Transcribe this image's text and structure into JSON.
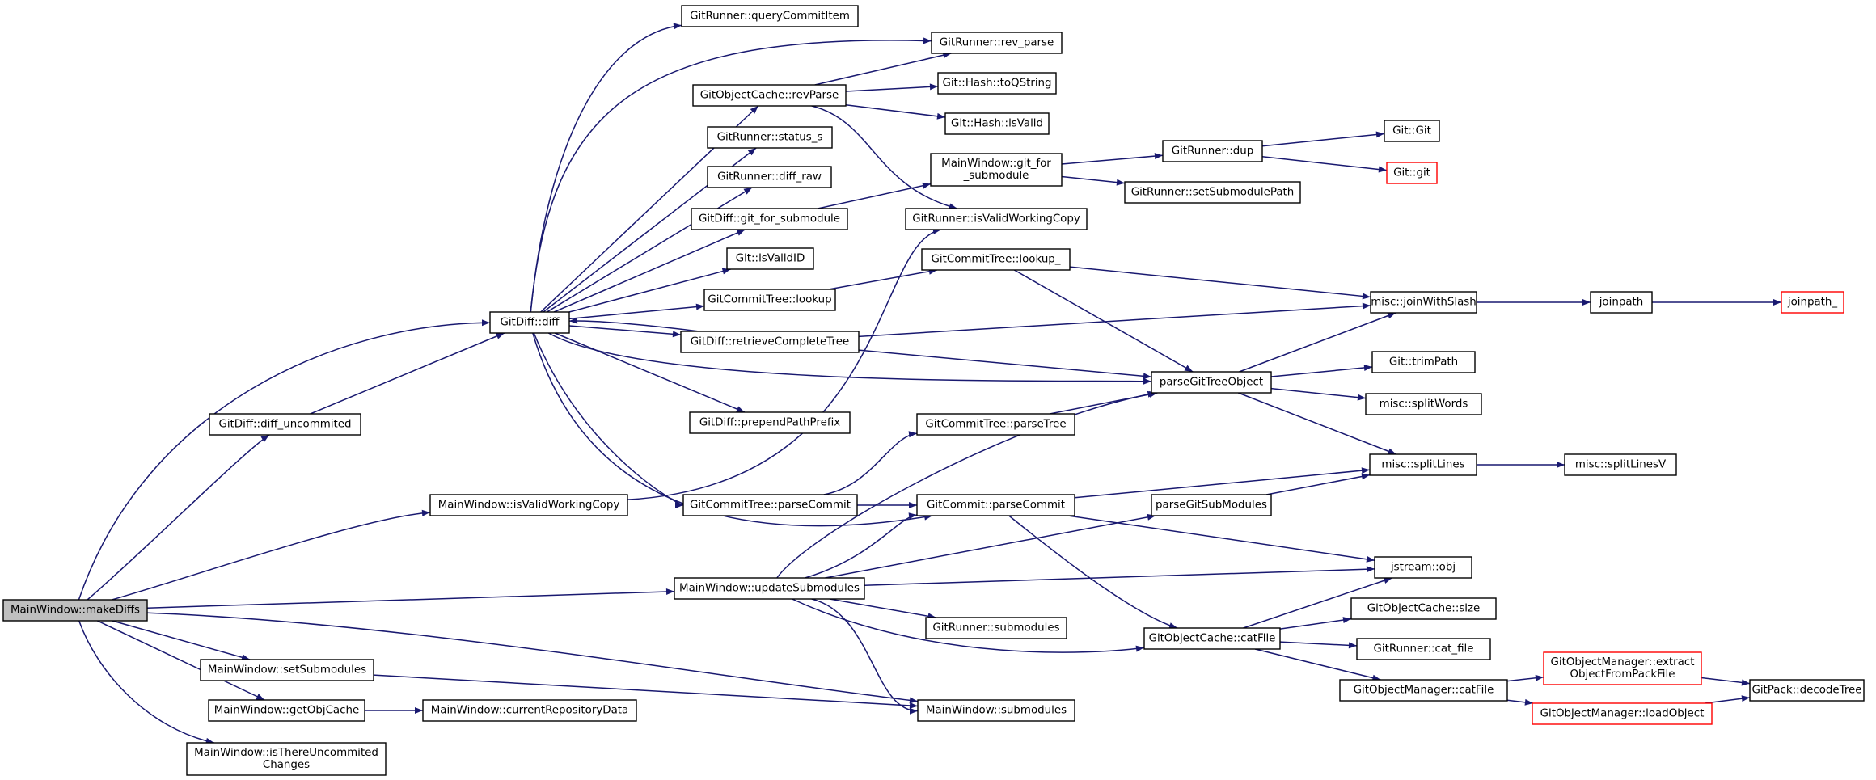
{
  "colors": {
    "edge": "#191970",
    "root_fill": "#bfbfbf",
    "truncated_border": "#ff0000",
    "node_border": "#000000"
  },
  "nodes": {
    "makeDiffs": {
      "lines": [
        "MainWindow::makeDiffs"
      ],
      "style": "root"
    },
    "diff": {
      "lines": [
        "GitDiff::diff"
      ]
    },
    "diffUncommited": {
      "lines": [
        "GitDiff::diff_uncommited"
      ]
    },
    "mwIsValidWorkingCopy": {
      "lines": [
        "MainWindow::isValidWorkingCopy"
      ]
    },
    "updateSubmodules": {
      "lines": [
        "MainWindow::updateSubmodules"
      ]
    },
    "setSubmodules": {
      "lines": [
        "MainWindow::setSubmodules"
      ]
    },
    "getObjCache": {
      "lines": [
        "MainWindow::getObjCache"
      ]
    },
    "isThereUncommited": {
      "lines": [
        "MainWindow::isThereUncommited",
        "Changes"
      ]
    },
    "currentRepositoryData": {
      "lines": [
        "MainWindow::currentRepositoryData"
      ]
    },
    "submodules": {
      "lines": [
        "MainWindow::submodules"
      ]
    },
    "queryCommitItem": {
      "lines": [
        "GitRunner::queryCommitItem"
      ]
    },
    "revParse": {
      "lines": [
        "GitObjectCache::revParse"
      ]
    },
    "statusS": {
      "lines": [
        "GitRunner::status_s"
      ]
    },
    "diffRaw": {
      "lines": [
        "GitRunner::diff_raw"
      ]
    },
    "gitForSubmodule": {
      "lines": [
        "GitDiff::git_for_submodule"
      ]
    },
    "isValidID": {
      "lines": [
        "Git::isValidID"
      ]
    },
    "ctLookup": {
      "lines": [
        "GitCommitTree::lookup"
      ]
    },
    "retrieveCompleteTree": {
      "lines": [
        "GitDiff::retrieveCompleteTree"
      ]
    },
    "prependPathPrefix": {
      "lines": [
        "GitDiff::prependPathPrefix"
      ]
    },
    "ctParseCommit": {
      "lines": [
        "GitCommitTree::parseCommit"
      ]
    },
    "runnerRevParse": {
      "lines": [
        "GitRunner::rev_parse"
      ]
    },
    "hashToQString": {
      "lines": [
        "Git::Hash::toQString"
      ]
    },
    "hashIsValid": {
      "lines": [
        "Git::Hash::isValid"
      ]
    },
    "mwGitForSubmodule": {
      "lines": [
        "MainWindow::git_for",
        "_submodule"
      ]
    },
    "runnerIsValidWorkingCopy": {
      "lines": [
        "GitRunner::isValidWorkingCopy"
      ]
    },
    "ctLookupU": {
      "lines": [
        "GitCommitTree::lookup_"
      ]
    },
    "parseGitTreeObject": {
      "lines": [
        "parseGitTreeObject"
      ]
    },
    "ctParseTree": {
      "lines": [
        "GitCommitTree::parseTree"
      ]
    },
    "commitParseCommit": {
      "lines": [
        "GitCommit::parseCommit"
      ]
    },
    "runnerSubmodules": {
      "lines": [
        "GitRunner::submodules"
      ]
    },
    "cacheCatFile": {
      "lines": [
        "GitObjectCache::catFile"
      ]
    },
    "parseGitSubModules": {
      "lines": [
        "parseGitSubModules"
      ]
    },
    "runnerDup": {
      "lines": [
        "GitRunner::dup"
      ]
    },
    "setSubmodulePath": {
      "lines": [
        "GitRunner::setSubmodulePath"
      ]
    },
    "gitGit": {
      "lines": [
        "Git::Git"
      ]
    },
    "gitLower": {
      "lines": [
        "Git::git"
      ],
      "style": "truncated"
    },
    "joinWithSlash": {
      "lines": [
        "misc::joinWithSlash"
      ]
    },
    "joinpath": {
      "lines": [
        "joinpath"
      ]
    },
    "joinpathU": {
      "lines": [
        "joinpath_"
      ],
      "style": "truncated"
    },
    "trimPath": {
      "lines": [
        "Git::trimPath"
      ]
    },
    "splitWords": {
      "lines": [
        "misc::splitWords"
      ]
    },
    "splitLines": {
      "lines": [
        "misc::splitLines"
      ]
    },
    "splitLinesV": {
      "lines": [
        "misc::splitLinesV"
      ]
    },
    "jstreamObj": {
      "lines": [
        "jstream::obj"
      ]
    },
    "cacheSize": {
      "lines": [
        "GitObjectCache::size"
      ]
    },
    "runnerCatFile": {
      "lines": [
        "GitRunner::cat_file"
      ]
    },
    "omCatFile": {
      "lines": [
        "GitObjectManager::catFile"
      ]
    },
    "extractObject": {
      "lines": [
        "GitObjectManager::extract",
        "ObjectFromPackFile"
      ],
      "style": "truncated"
    },
    "loadObject": {
      "lines": [
        "GitObjectManager::loadObject"
      ],
      "style": "truncated"
    },
    "decodeTree": {
      "lines": [
        "GitPack::decodeTree"
      ]
    }
  },
  "edges": [
    [
      "makeDiffs",
      "diff"
    ],
    [
      "makeDiffs",
      "diffUncommited"
    ],
    [
      "makeDiffs",
      "mwIsValidWorkingCopy"
    ],
    [
      "makeDiffs",
      "updateSubmodules"
    ],
    [
      "makeDiffs",
      "setSubmodules"
    ],
    [
      "makeDiffs",
      "getObjCache"
    ],
    [
      "makeDiffs",
      "isThereUncommited"
    ],
    [
      "makeDiffs",
      "submodules"
    ],
    [
      "diffUncommited",
      "diff"
    ],
    [
      "diff",
      "queryCommitItem"
    ],
    [
      "diff",
      "runnerRevParse"
    ],
    [
      "diff",
      "revParse"
    ],
    [
      "diff",
      "statusS"
    ],
    [
      "diff",
      "diffRaw"
    ],
    [
      "diff",
      "gitForSubmodule"
    ],
    [
      "diff",
      "isValidID"
    ],
    [
      "diff",
      "ctLookup"
    ],
    [
      "diff",
      "retrieveCompleteTree"
    ],
    [
      "diff",
      "parseGitTreeObject"
    ],
    [
      "diff",
      "prependPathPrefix"
    ],
    [
      "diff",
      "ctParseCommit"
    ],
    [
      "diff",
      "commitParseCommit"
    ],
    [
      "retrieveCompleteTree",
      "diff"
    ],
    [
      "retrieveCompleteTree",
      "joinWithSlash"
    ],
    [
      "retrieveCompleteTree",
      "parseGitTreeObject"
    ],
    [
      "revParse",
      "runnerRevParse"
    ],
    [
      "revParse",
      "hashToQString"
    ],
    [
      "revParse",
      "hashIsValid"
    ],
    [
      "revParse",
      "runnerIsValidWorkingCopy"
    ],
    [
      "gitForSubmodule",
      "mwGitForSubmodule"
    ],
    [
      "mwGitForSubmodule",
      "runnerDup"
    ],
    [
      "mwGitForSubmodule",
      "setSubmodulePath"
    ],
    [
      "runnerDup",
      "gitGit"
    ],
    [
      "runnerDup",
      "gitLower"
    ],
    [
      "ctLookup",
      "ctLookupU"
    ],
    [
      "ctLookupU",
      "joinWithSlash"
    ],
    [
      "ctLookupU",
      "parseGitTreeObject"
    ],
    [
      "mwIsValidWorkingCopy",
      "runnerIsValidWorkingCopy"
    ],
    [
      "ctParseCommit",
      "ctParseTree"
    ],
    [
      "ctParseCommit",
      "commitParseCommit"
    ],
    [
      "ctParseTree",
      "parseGitTreeObject"
    ],
    [
      "updateSubmodules",
      "parseGitTreeObject"
    ],
    [
      "updateSubmodules",
      "commitParseCommit"
    ],
    [
      "updateSubmodules",
      "parseGitSubModules"
    ],
    [
      "updateSubmodules",
      "jstreamObj"
    ],
    [
      "updateSubmodules",
      "runnerSubmodules"
    ],
    [
      "updateSubmodules",
      "cacheCatFile"
    ],
    [
      "updateSubmodules",
      "submodules"
    ],
    [
      "commitParseCommit",
      "splitLines"
    ],
    [
      "commitParseCommit",
      "jstreamObj"
    ],
    [
      "commitParseCommit",
      "cacheCatFile"
    ],
    [
      "parseGitSubModules",
      "splitLines"
    ],
    [
      "parseGitTreeObject",
      "joinWithSlash"
    ],
    [
      "parseGitTreeObject",
      "trimPath"
    ],
    [
      "parseGitTreeObject",
      "splitWords"
    ],
    [
      "parseGitTreeObject",
      "splitLines"
    ],
    [
      "joinWithSlash",
      "joinpath"
    ],
    [
      "joinpath",
      "joinpathU"
    ],
    [
      "splitLines",
      "splitLinesV"
    ],
    [
      "cacheCatFile",
      "jstreamObj"
    ],
    [
      "cacheCatFile",
      "cacheSize"
    ],
    [
      "cacheCatFile",
      "runnerCatFile"
    ],
    [
      "cacheCatFile",
      "omCatFile"
    ],
    [
      "omCatFile",
      "extractObject"
    ],
    [
      "omCatFile",
      "loadObject"
    ],
    [
      "extractObject",
      "decodeTree"
    ],
    [
      "loadObject",
      "decodeTree"
    ],
    [
      "setSubmodules",
      "submodules"
    ],
    [
      "getObjCache",
      "currentRepositoryData"
    ]
  ]
}
